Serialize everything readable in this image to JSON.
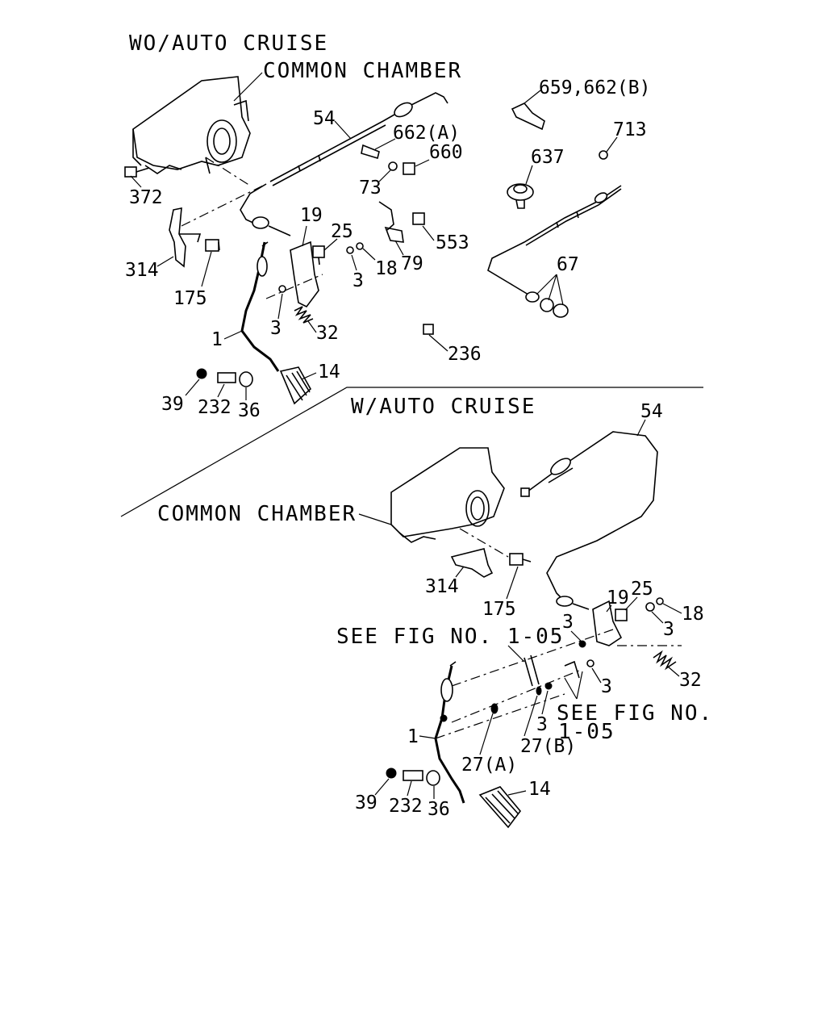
{
  "headers": {
    "wo_auto_cruise": "WO/AUTO CRUISE",
    "w_auto_cruise": "W/AUTO CRUISE"
  },
  "top_labels": {
    "common_chamber": "COMMON CHAMBER",
    "p372": "372",
    "p314": "314",
    "p175": "175",
    "p54": "54",
    "p662a": "662(A)",
    "p660": "660",
    "p73": "73",
    "p19": "19",
    "p25": "25",
    "p18": "18",
    "p3a": "3",
    "p3b": "3",
    "p32": "32",
    "p79": "79",
    "p553": "553",
    "p659": "659,662(B)",
    "p713": "713",
    "p637": "637",
    "p67": "67",
    "p236": "236",
    "p1": "1",
    "p14": "14",
    "p39": "39",
    "p232": "232",
    "p36": "36"
  },
  "bottom_labels": {
    "common_chamber": "COMMON CHAMBER",
    "p54": "54",
    "p314": "314",
    "p175": "175",
    "p19": "19",
    "p25": "25",
    "p18": "18",
    "p3a": "3",
    "p3b": "3",
    "p3c": "3",
    "p3d": "3",
    "p32": "32",
    "see_fig_1": "SEE FIG NO. 1-05",
    "see_fig_2a": "SEE FIG NO.",
    "see_fig_2b": "1-05",
    "p27b": "27(B)",
    "p27a": "27(A)",
    "p1": "1",
    "p39": "39",
    "p232": "232",
    "p36": "36",
    "p14": "14"
  }
}
